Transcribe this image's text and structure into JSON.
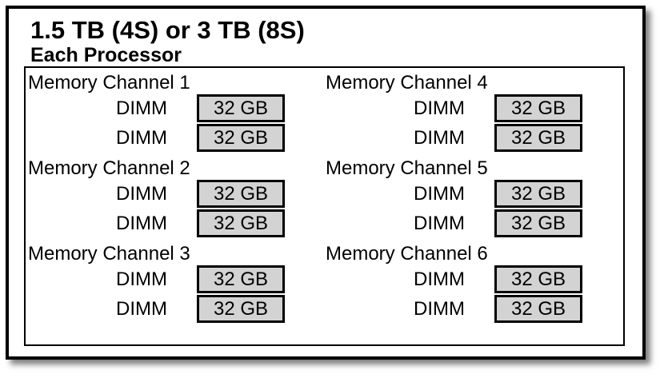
{
  "figure": {
    "title": "1.5 TB (4S) or 3 TB (8S)",
    "subtitle": "Each Processor"
  },
  "colors": {
    "background": "#ffffff",
    "frame_border": "#000000",
    "dimm_fill": "#d3d3d3",
    "text": "#000000"
  },
  "channels": [
    {
      "label": "Memory Channel 1",
      "dimms": [
        {
          "label": "DIMM",
          "capacity": "32 GB"
        },
        {
          "label": "DIMM",
          "capacity": "32 GB"
        }
      ]
    },
    {
      "label": "Memory Channel 2",
      "dimms": [
        {
          "label": "DIMM",
          "capacity": "32 GB"
        },
        {
          "label": "DIMM",
          "capacity": "32 GB"
        }
      ]
    },
    {
      "label": "Memory Channel 3",
      "dimms": [
        {
          "label": "DIMM",
          "capacity": "32 GB"
        },
        {
          "label": "DIMM",
          "capacity": "32 GB"
        }
      ]
    },
    {
      "label": "Memory Channel 4",
      "dimms": [
        {
          "label": "DIMM",
          "capacity": "32 GB"
        },
        {
          "label": "DIMM",
          "capacity": "32 GB"
        }
      ]
    },
    {
      "label": "Memory Channel 5",
      "dimms": [
        {
          "label": "DIMM",
          "capacity": "32 GB"
        },
        {
          "label": "DIMM",
          "capacity": "32 GB"
        }
      ]
    },
    {
      "label": "Memory Channel 6",
      "dimms": [
        {
          "label": "DIMM",
          "capacity": "32 GB"
        },
        {
          "label": "DIMM",
          "capacity": "32 GB"
        }
      ]
    }
  ]
}
